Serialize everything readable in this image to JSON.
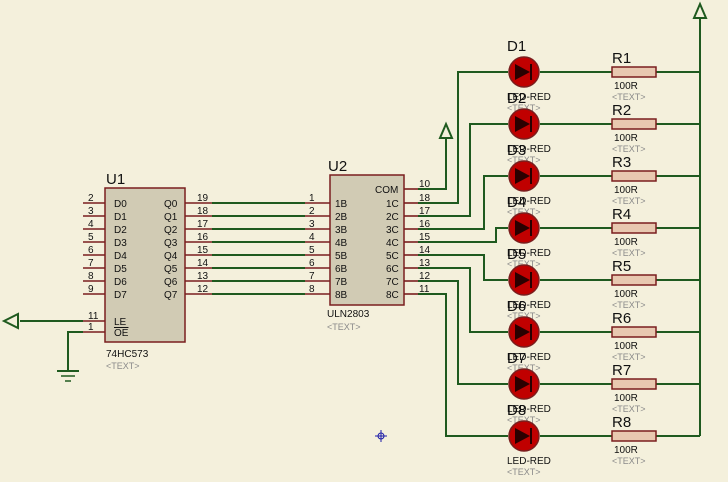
{
  "u1": {
    "ref": "U1",
    "part": "74HC573",
    "text": "<TEXT>",
    "left_pins": [
      {
        "num": "2",
        "name": "D0"
      },
      {
        "num": "3",
        "name": "D1"
      },
      {
        "num": "4",
        "name": "D2"
      },
      {
        "num": "5",
        "name": "D3"
      },
      {
        "num": "6",
        "name": "D4"
      },
      {
        "num": "7",
        "name": "D5"
      },
      {
        "num": "8",
        "name": "D6"
      },
      {
        "num": "9",
        "name": "D7"
      }
    ],
    "right_pins": [
      {
        "num": "19",
        "name": "Q0"
      },
      {
        "num": "18",
        "name": "Q1"
      },
      {
        "num": "17",
        "name": "Q2"
      },
      {
        "num": "16",
        "name": "Q3"
      },
      {
        "num": "15",
        "name": "Q4"
      },
      {
        "num": "14",
        "name": "Q5"
      },
      {
        "num": "13",
        "name": "Q6"
      },
      {
        "num": "12",
        "name": "Q7"
      }
    ],
    "ctrl_pins": [
      {
        "num": "11",
        "name": "LE"
      },
      {
        "num": "1",
        "name": "OE"
      }
    ]
  },
  "u2": {
    "ref": "U2",
    "part": "ULN2803",
    "text": "<TEXT>",
    "left_pins": [
      {
        "num": "1",
        "name": "1B"
      },
      {
        "num": "2",
        "name": "2B"
      },
      {
        "num": "3",
        "name": "3B"
      },
      {
        "num": "4",
        "name": "4B"
      },
      {
        "num": "5",
        "name": "5B"
      },
      {
        "num": "6",
        "name": "6B"
      },
      {
        "num": "7",
        "name": "7B"
      },
      {
        "num": "8",
        "name": "8B"
      }
    ],
    "com_pin": {
      "num": "10",
      "name": "COM"
    },
    "right_pins": [
      {
        "num": "18",
        "name": "1C"
      },
      {
        "num": "17",
        "name": "2C"
      },
      {
        "num": "16",
        "name": "3C"
      },
      {
        "num": "15",
        "name": "4C"
      },
      {
        "num": "14",
        "name": "5C"
      },
      {
        "num": "13",
        "name": "6C"
      },
      {
        "num": "12",
        "name": "7C"
      },
      {
        "num": "11",
        "name": "8C"
      }
    ]
  },
  "leds": [
    {
      "ref": "D1",
      "value": "LED-RED",
      "text": "<TEXT>"
    },
    {
      "ref": "D2",
      "value": "LED-RED",
      "text": "<TEXT>"
    },
    {
      "ref": "D3",
      "value": "LED-RED",
      "text": "<TEXT>"
    },
    {
      "ref": "D4",
      "value": "LED-RED",
      "text": "<TEXT>"
    },
    {
      "ref": "D5",
      "value": "LED-RED",
      "text": "<TEXT>"
    },
    {
      "ref": "D6",
      "value": "LED-RED",
      "text": "<TEXT>"
    },
    {
      "ref": "D7",
      "value": "LED-RED",
      "text": "<TEXT>"
    },
    {
      "ref": "D8",
      "value": "LED-RED",
      "text": "<TEXT>"
    }
  ],
  "resistors": [
    {
      "ref": "R1",
      "value": "100R",
      "text": "<TEXT>"
    },
    {
      "ref": "R2",
      "value": "100R",
      "text": "<TEXT>"
    },
    {
      "ref": "R3",
      "value": "100R",
      "text": "<TEXT>"
    },
    {
      "ref": "R4",
      "value": "100R",
      "text": "<TEXT>"
    },
    {
      "ref": "R5",
      "value": "100R",
      "text": "<TEXT>"
    },
    {
      "ref": "R6",
      "value": "100R",
      "text": "<TEXT>"
    },
    {
      "ref": "R7",
      "value": "100R",
      "text": "<TEXT>"
    },
    {
      "ref": "R8",
      "value": "100R",
      "text": "<TEXT>"
    }
  ],
  "colors": {
    "background": "#f4f0dc",
    "wire": "#1f5a1f",
    "component_outline": "#7a1e1e",
    "chip_fill": "#d1cbb4",
    "led_fill": "#c00000",
    "resistor_fill": "#e8c8b0",
    "hidden_text": "#8a8a8a",
    "marker": "#1a1aa8"
  }
}
